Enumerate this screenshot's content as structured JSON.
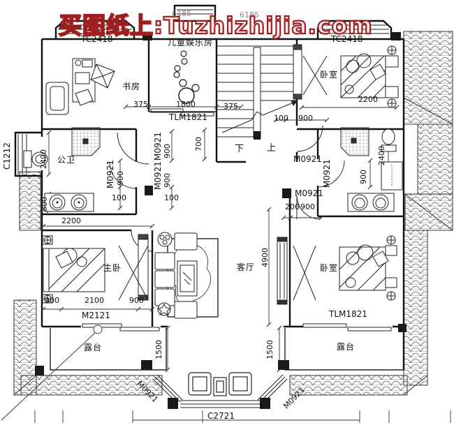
{
  "watermark": {
    "text": "买图纸上:Tuzhizhijia.com",
    "color": "#9e1f1f"
  },
  "rooms": {
    "study": "书房",
    "kids_room": "儿童娱乐房",
    "bedroom_top_right": "卧室",
    "public_bath": "公卫",
    "master_bedroom": "主卧",
    "living_room": "客厅",
    "bedroom_bottom_right": "卧室",
    "terrace_left": "露台",
    "terrace_right": "露台"
  },
  "stairs": {
    "down": "下",
    "up": "上"
  },
  "openings": {
    "window_tc2418_left": "TC2418",
    "window_tc2418_right": "TC2418",
    "door_tlm1821_top": "TLM1821",
    "door_tlm1821_bottom": "TLM1821",
    "window_c1212": "C1212",
    "window_c2721": "C2721",
    "door_m2121": "M2121",
    "door_m0921_stair": "M0921",
    "door_m0921_left_bath": "M0921",
    "door_m0921_hall_a": "M0921",
    "door_m0921_hall_b": "M0921",
    "door_m0921_center": "M0921",
    "door_m0921_right_bath": "M0921",
    "door_m0921_balcony_left": "M0921",
    "door_m0921_balcony_right": "M0921"
  },
  "dimensions": {
    "d375_left": "375",
    "d1800": "1800",
    "d375_stair": "375",
    "d100_stair": "100",
    "d900_stair": "900",
    "d2200_top_right": "2200",
    "d700": "700",
    "d2400_left": "2400",
    "d900_left_bath": "900",
    "d800": "800",
    "d100_hall_left": "100",
    "d100_hall_right": "100",
    "d900_hall_a": "900",
    "d900_hall_b": "900",
    "d2400_right": "2400",
    "d900_right_bath": "900",
    "d200_center": "200",
    "d900_center": "900",
    "d2200_master": "2200",
    "d900_master_left": "900",
    "d2100_master": "2100",
    "d900_master_right": "900",
    "d4900": "4900",
    "d1500_left": "1500",
    "d1500_right": "1500",
    "d6185_left": "6185",
    "d6185_right": "6185"
  }
}
